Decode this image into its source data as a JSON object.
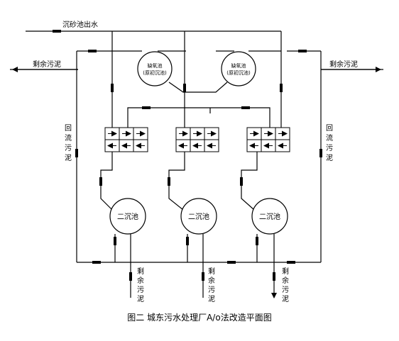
{
  "labels": {
    "inflow": "沉砂池出水",
    "excess_sludge": "剩余污泥",
    "return_sludge": [
      "回",
      "流",
      "污",
      "泥"
    ],
    "excess_sludge_vertical": [
      "剩",
      "余",
      "污",
      "泥"
    ],
    "anaerobic_tank_line1": "缺氧池",
    "anaerobic_tank_line2": "(原初沉池)",
    "secondary_clarifier": "二沉池"
  },
  "caption": "图二 城东污水处理厂A/o法改造平面图"
}
